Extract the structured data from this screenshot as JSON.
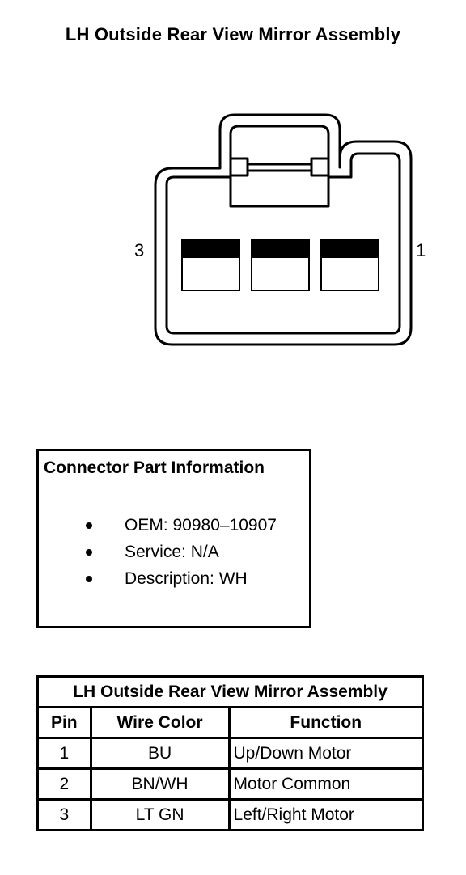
{
  "title": "LH Outside Rear View Mirror Assembly",
  "connector": {
    "left_pin_label": "3",
    "right_pin_label": "1",
    "terminal_count": 3
  },
  "part_info": {
    "heading": "Connector Part Information",
    "items": [
      "OEM: 90980–10907",
      "Service: N/A",
      "Description: WH"
    ]
  },
  "pin_table": {
    "caption": "LH Outside Rear View Mirror Assembly",
    "headers": [
      "Pin",
      "Wire Color",
      "Function"
    ],
    "rows": [
      [
        "1",
        "BU",
        "Up/Down Motor"
      ],
      [
        "2",
        "BN/WH",
        "Motor Common"
      ],
      [
        "3",
        "LT GN",
        "Left/Right Motor"
      ]
    ]
  }
}
